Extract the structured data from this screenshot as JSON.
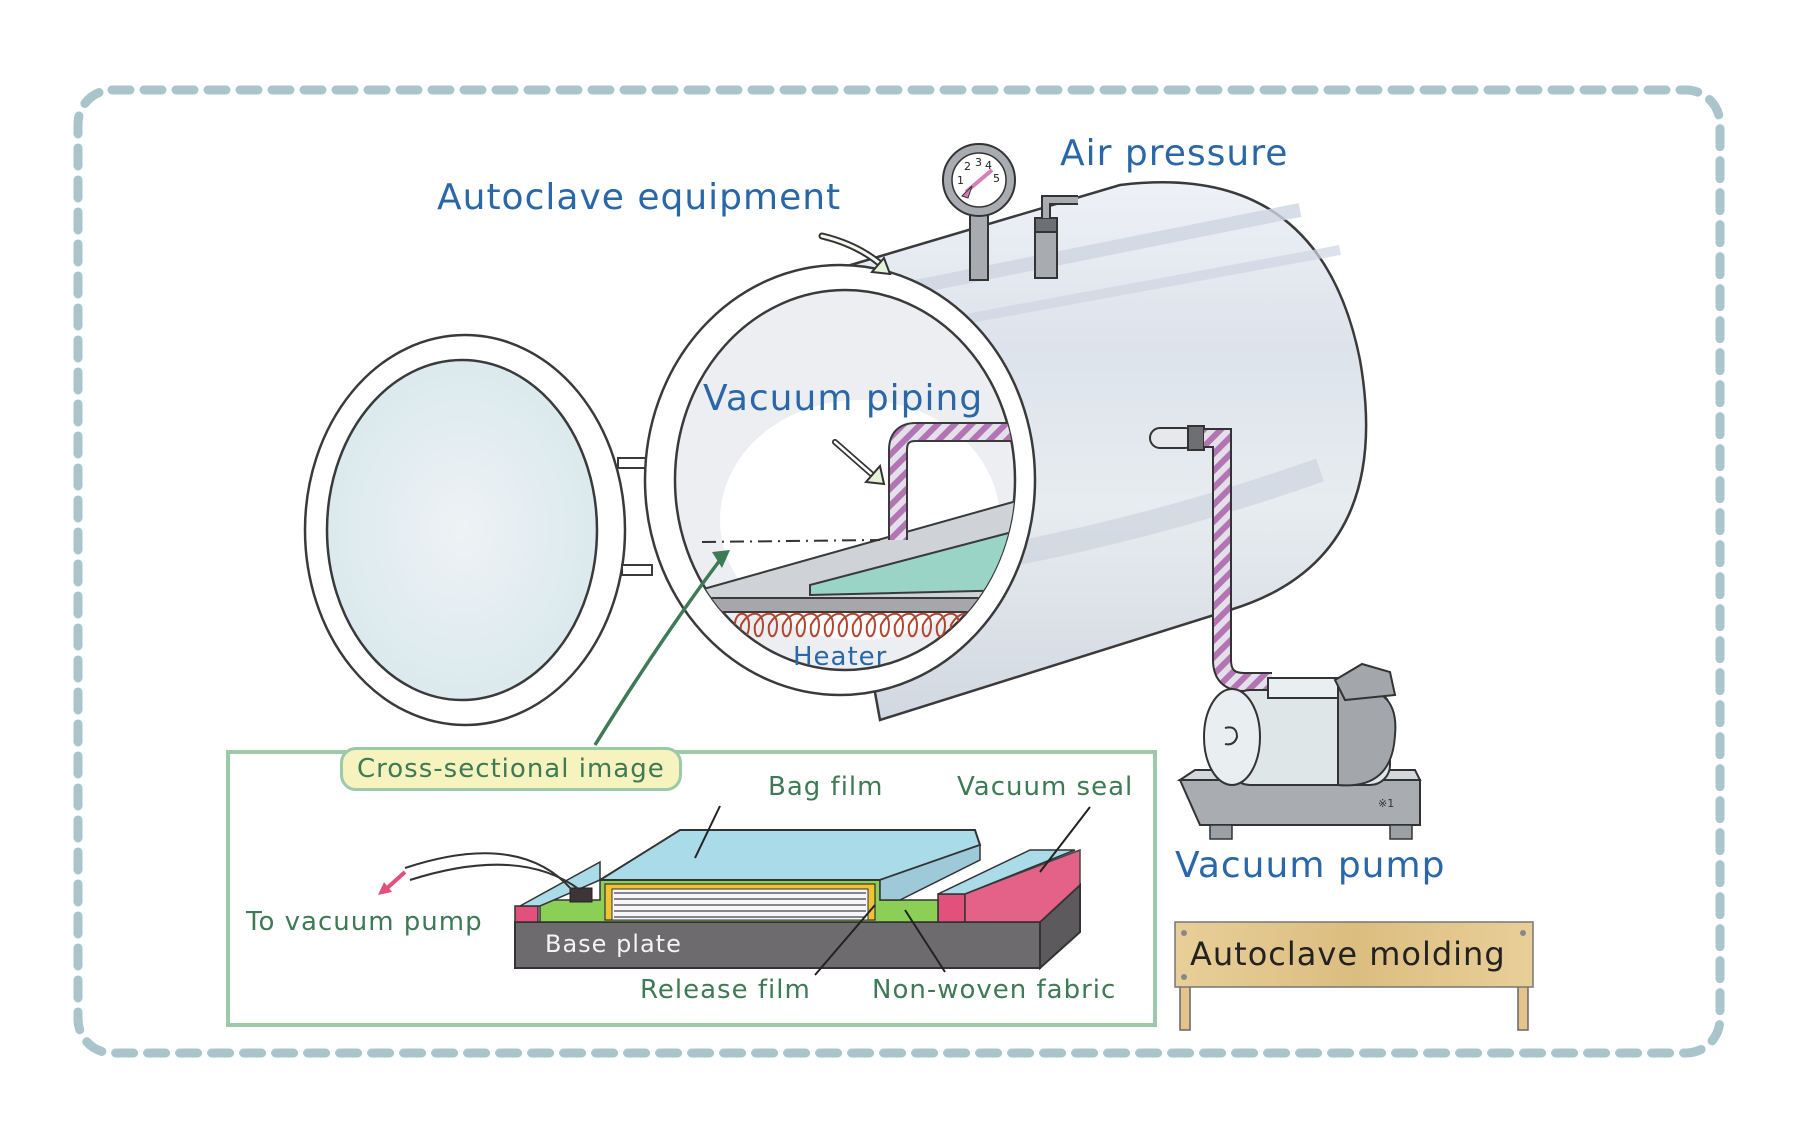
{
  "title": "Autoclave molding",
  "labels": {
    "autoclave_equipment": "Autoclave equipment",
    "air_pressure": "Air pressure",
    "vacuum_piping": "Vacuum piping",
    "heater": "Heater",
    "vacuum_pump": "Vacuum pump",
    "pump_note": "※1"
  },
  "gauge": {
    "ticks": [
      "1",
      "2",
      "3",
      "4",
      "5"
    ]
  },
  "cross_section": {
    "tag": "Cross-sectional image",
    "labels": {
      "bag_film": "Bag film",
      "vacuum_seal": "Vacuum seal",
      "to_vacuum_pump": "To vacuum pump",
      "base_plate": "Base plate",
      "release_film": "Release film",
      "non_woven_fabric": "Non-woven fabric"
    }
  },
  "colors": {
    "label_blue": "#2a67a8",
    "label_green": "#3d7a55",
    "border_dash": "#a9c4cb",
    "panel_border": "#9cc9a8",
    "tag_fill": "#f6f3bf",
    "bag_film": "#a9dbe8",
    "vacuum_seal": "#e2517b",
    "base_plate": "#6e6b6e",
    "release_film": "#f1c232",
    "non_woven": "#8ccf56",
    "pipe_stripe": "#b374b4",
    "heater_coil": "#b2452f",
    "sign_wood": "#e3c48a"
  }
}
